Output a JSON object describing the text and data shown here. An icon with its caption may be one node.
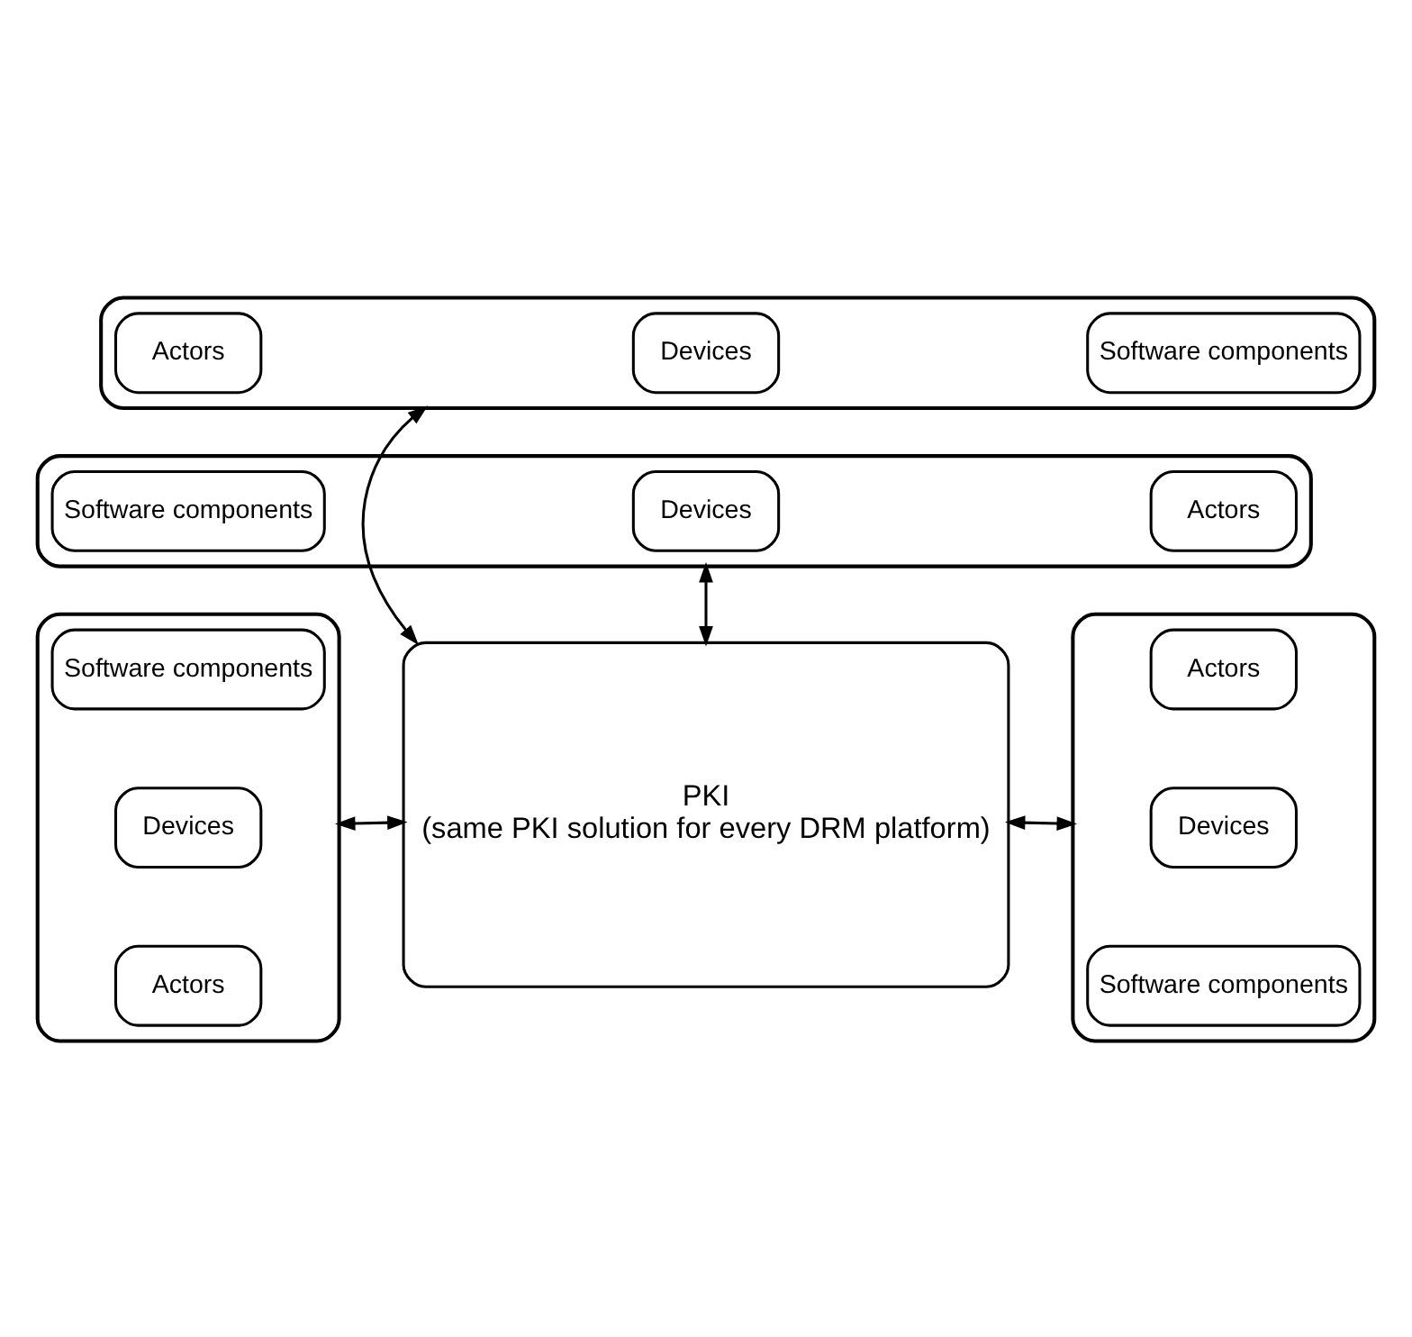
{
  "diagram": {
    "nodes": [
      {
        "text": [],
        "shape": "box"
      },
      {
        "text": [
          "Actors"
        ],
        "in": 0
      },
      {
        "text": [
          "Devices"
        ],
        "in": 0
      },
      {
        "text": [
          "Software components"
        ],
        "in": 0
      },
      {
        "text": [],
        "shape": "box"
      },
      {
        "text": [
          "Software components"
        ],
        "in": 4
      },
      {
        "text": [
          "Devices"
        ],
        "in": 4
      },
      {
        "text": [
          "Actors"
        ],
        "in": 4
      },
      {
        "text": [
          "PKI",
          "(same PKI solution for every DRM platform)"
        ]
      },
      {
        "text": [],
        "shape": "box"
      },
      {
        "text": [
          "Actors"
        ],
        "in": 9
      },
      {
        "text": [
          "Devices"
        ],
        "in": 9
      },
      {
        "text": [
          "Software components"
        ],
        "in": 9
      },
      {
        "text": [],
        "shape": "box"
      },
      {
        "text": [
          "Software components"
        ],
        "in": 13
      },
      {
        "text": [
          "Devices"
        ],
        "in": 13
      },
      {
        "text": [
          "Actors"
        ],
        "in": 13
      }
    ],
    "edges": [
      {
        "from": 0,
        "to": 8,
        "arrow": "both"
      },
      {
        "from": 4,
        "to": 8,
        "arrow": "both"
      },
      {
        "from": 8,
        "to": 9,
        "arrow": "both"
      },
      {
        "from": 8,
        "to": 13,
        "arrow": "both"
      }
    ]
  }
}
